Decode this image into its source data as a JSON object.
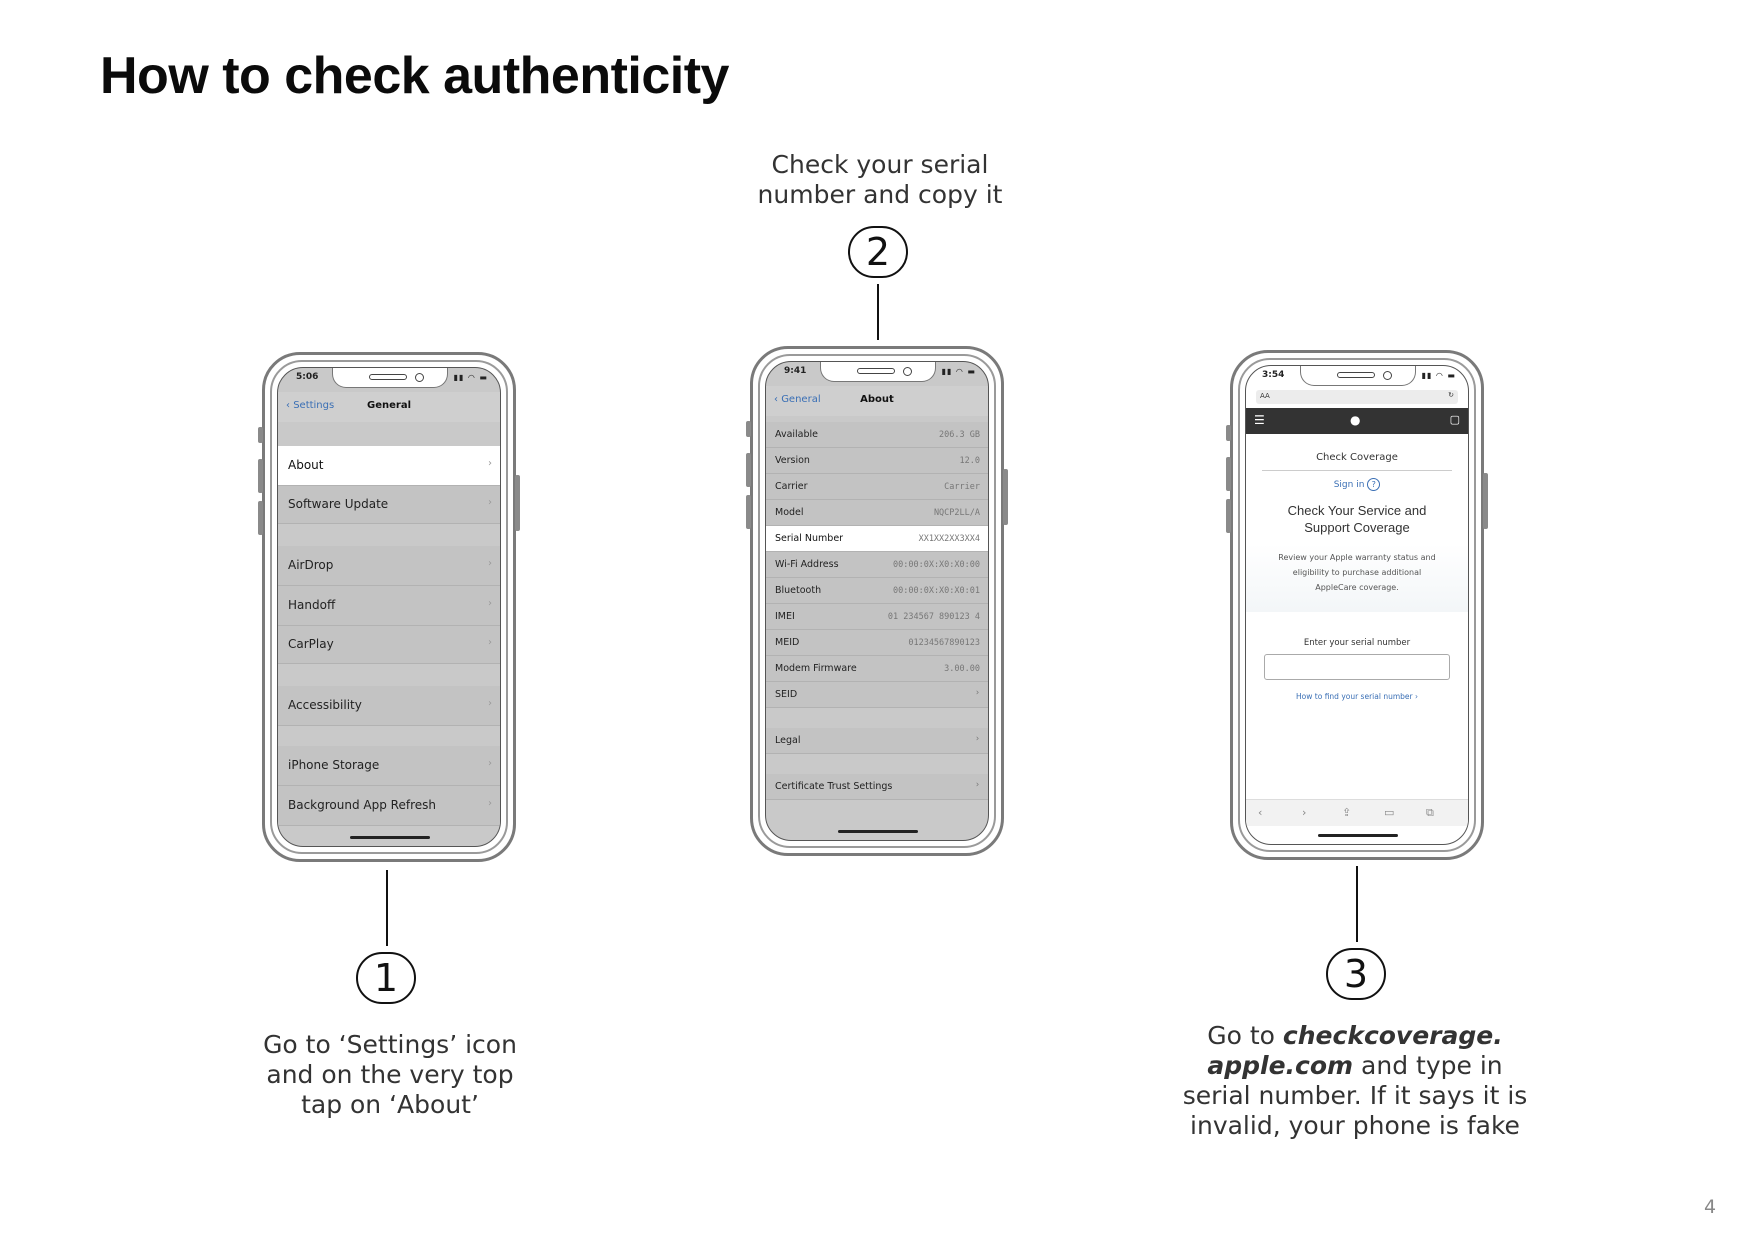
{
  "page": {
    "title": "How to check authenticity",
    "page_number": "4"
  },
  "steps": {
    "step1": {
      "number": "1",
      "caption_lines": [
        "Go to ‘Settings’ icon",
        "and on the very top",
        "tap on ‘About’"
      ]
    },
    "step2": {
      "number": "2",
      "caption_lines": [
        "Check your serial",
        "number and copy it"
      ]
    },
    "step3": {
      "number": "3",
      "caption": {
        "l1_pre": "Go to ",
        "l1_em": "checkcoverage.",
        "l2_em": "apple.com",
        "l2_post": " and type in",
        "l3": "serial number. If it says it is",
        "l4": "invalid, your phone is fake"
      }
    }
  },
  "phone1": {
    "time": "5:06",
    "back_label": "Settings",
    "title": "General",
    "rows": [
      {
        "label": "About",
        "active": true
      },
      {
        "label": "Software Update"
      },
      {
        "label": "AirDrop"
      },
      {
        "label": "Handoff"
      },
      {
        "label": "CarPlay"
      },
      {
        "label": "Accessibility"
      },
      {
        "label": "iPhone Storage"
      },
      {
        "label": "Background App Refresh"
      }
    ]
  },
  "phone2": {
    "time": "9:41",
    "back_label": "General",
    "title": "About",
    "rows": [
      {
        "label": "Available",
        "value": "206.3 GB"
      },
      {
        "label": "Version",
        "value": "12.0"
      },
      {
        "label": "Carrier",
        "value": "Carrier"
      },
      {
        "label": "Model",
        "value": "NQCP2LL/A"
      },
      {
        "label": "Serial Number",
        "value": "XX1XX2XX3XX4",
        "active": true
      },
      {
        "label": "Wi-Fi Address",
        "value": "00:00:0X:X0:X0:00"
      },
      {
        "label": "Bluetooth",
        "value": "00:00:0X:X0:X0:01"
      },
      {
        "label": "IMEI",
        "value": "01 234567 890123 4"
      },
      {
        "label": "MEID",
        "value": "01234567890123"
      },
      {
        "label": "Modem Firmware",
        "value": "3.00.00"
      },
      {
        "label": "SEID",
        "value": "›"
      },
      {
        "label": "Legal",
        "value": "›"
      },
      {
        "label": "Certificate Trust Settings",
        "value": "›"
      }
    ]
  },
  "phone3": {
    "time": "3:54",
    "url_text": "AA",
    "header": "Check Coverage",
    "sign_in": "Sign in",
    "help_glyph": "?",
    "heading_lines": [
      "Check Your Service and",
      "Support Coverage"
    ],
    "body_lines": [
      "Review your Apple warranty status and",
      "eligibility to purchase additional",
      "AppleCare coverage."
    ],
    "input_label": "Enter your serial number",
    "link": "How to find your serial number ›"
  },
  "colors": {
    "link_blue": "#3a6fb5",
    "screen_gray": "#c3c3c3",
    "text_dark": "#0b0b0b"
  }
}
